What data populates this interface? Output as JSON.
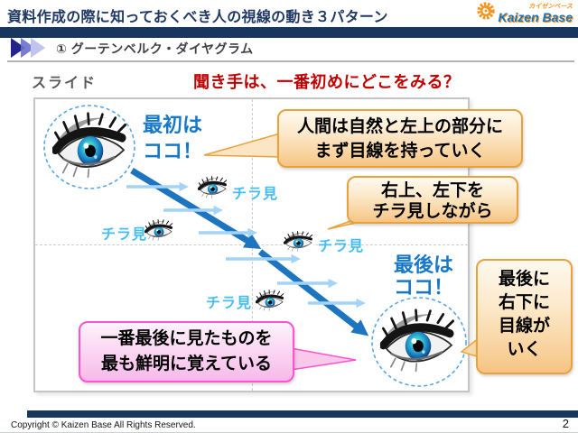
{
  "header": {
    "title": "資料作成の際に知っておくべき人の視線の動き３パターン",
    "logo": {
      "small": "カイゼンベース",
      "brand": "Kaizen Base"
    },
    "section_title": "① グーテンベルク・ダイヤグラム"
  },
  "lead": {
    "slide_label": "スライド",
    "question": "聞き手は、一番初めにどこをみる？"
  },
  "diagram": {
    "first_here": {
      "lines": [
        "最初は",
        "ココ！"
      ]
    },
    "last_here": {
      "lines": [
        "最後は",
        "ココ！"
      ]
    },
    "glances": [
      "チラ見",
      "チラ見",
      "チラ見",
      "チラ見"
    ],
    "bubble_top": {
      "lines": [
        "人間は自然と左上の部分に",
        "まず目線を持っていく"
      ]
    },
    "bubble_mid": {
      "lines": [
        "右上、左下を",
        "チラ見しながら"
      ]
    },
    "bubble_right": {
      "lines": [
        "最後に",
        "右下に",
        "目線が",
        "いく"
      ]
    },
    "bubble_bottom": {
      "lines": [
        "一番最後に見たものを",
        "最も鮮明に覚えている"
      ]
    }
  },
  "footer": {
    "copyright": "Copyright ©  Kaizen Base  All Rights Reserved.",
    "page_number": "2"
  },
  "colors": {
    "navy": "#17375E",
    "title_navy": "#1F3864",
    "accent_red": "#C00000",
    "gaze_blue": "#1878C8",
    "glance_lightblue": "#45BDF2",
    "arrow_blue": "#1C75BE",
    "arrow_lightblue": "#A3D4F7",
    "orange_bubble_border": "#E8A23B",
    "pink_bubble_border": "#FF52CE",
    "logo_orange": "#F7941D",
    "logo_blue": "#1B75BB"
  }
}
